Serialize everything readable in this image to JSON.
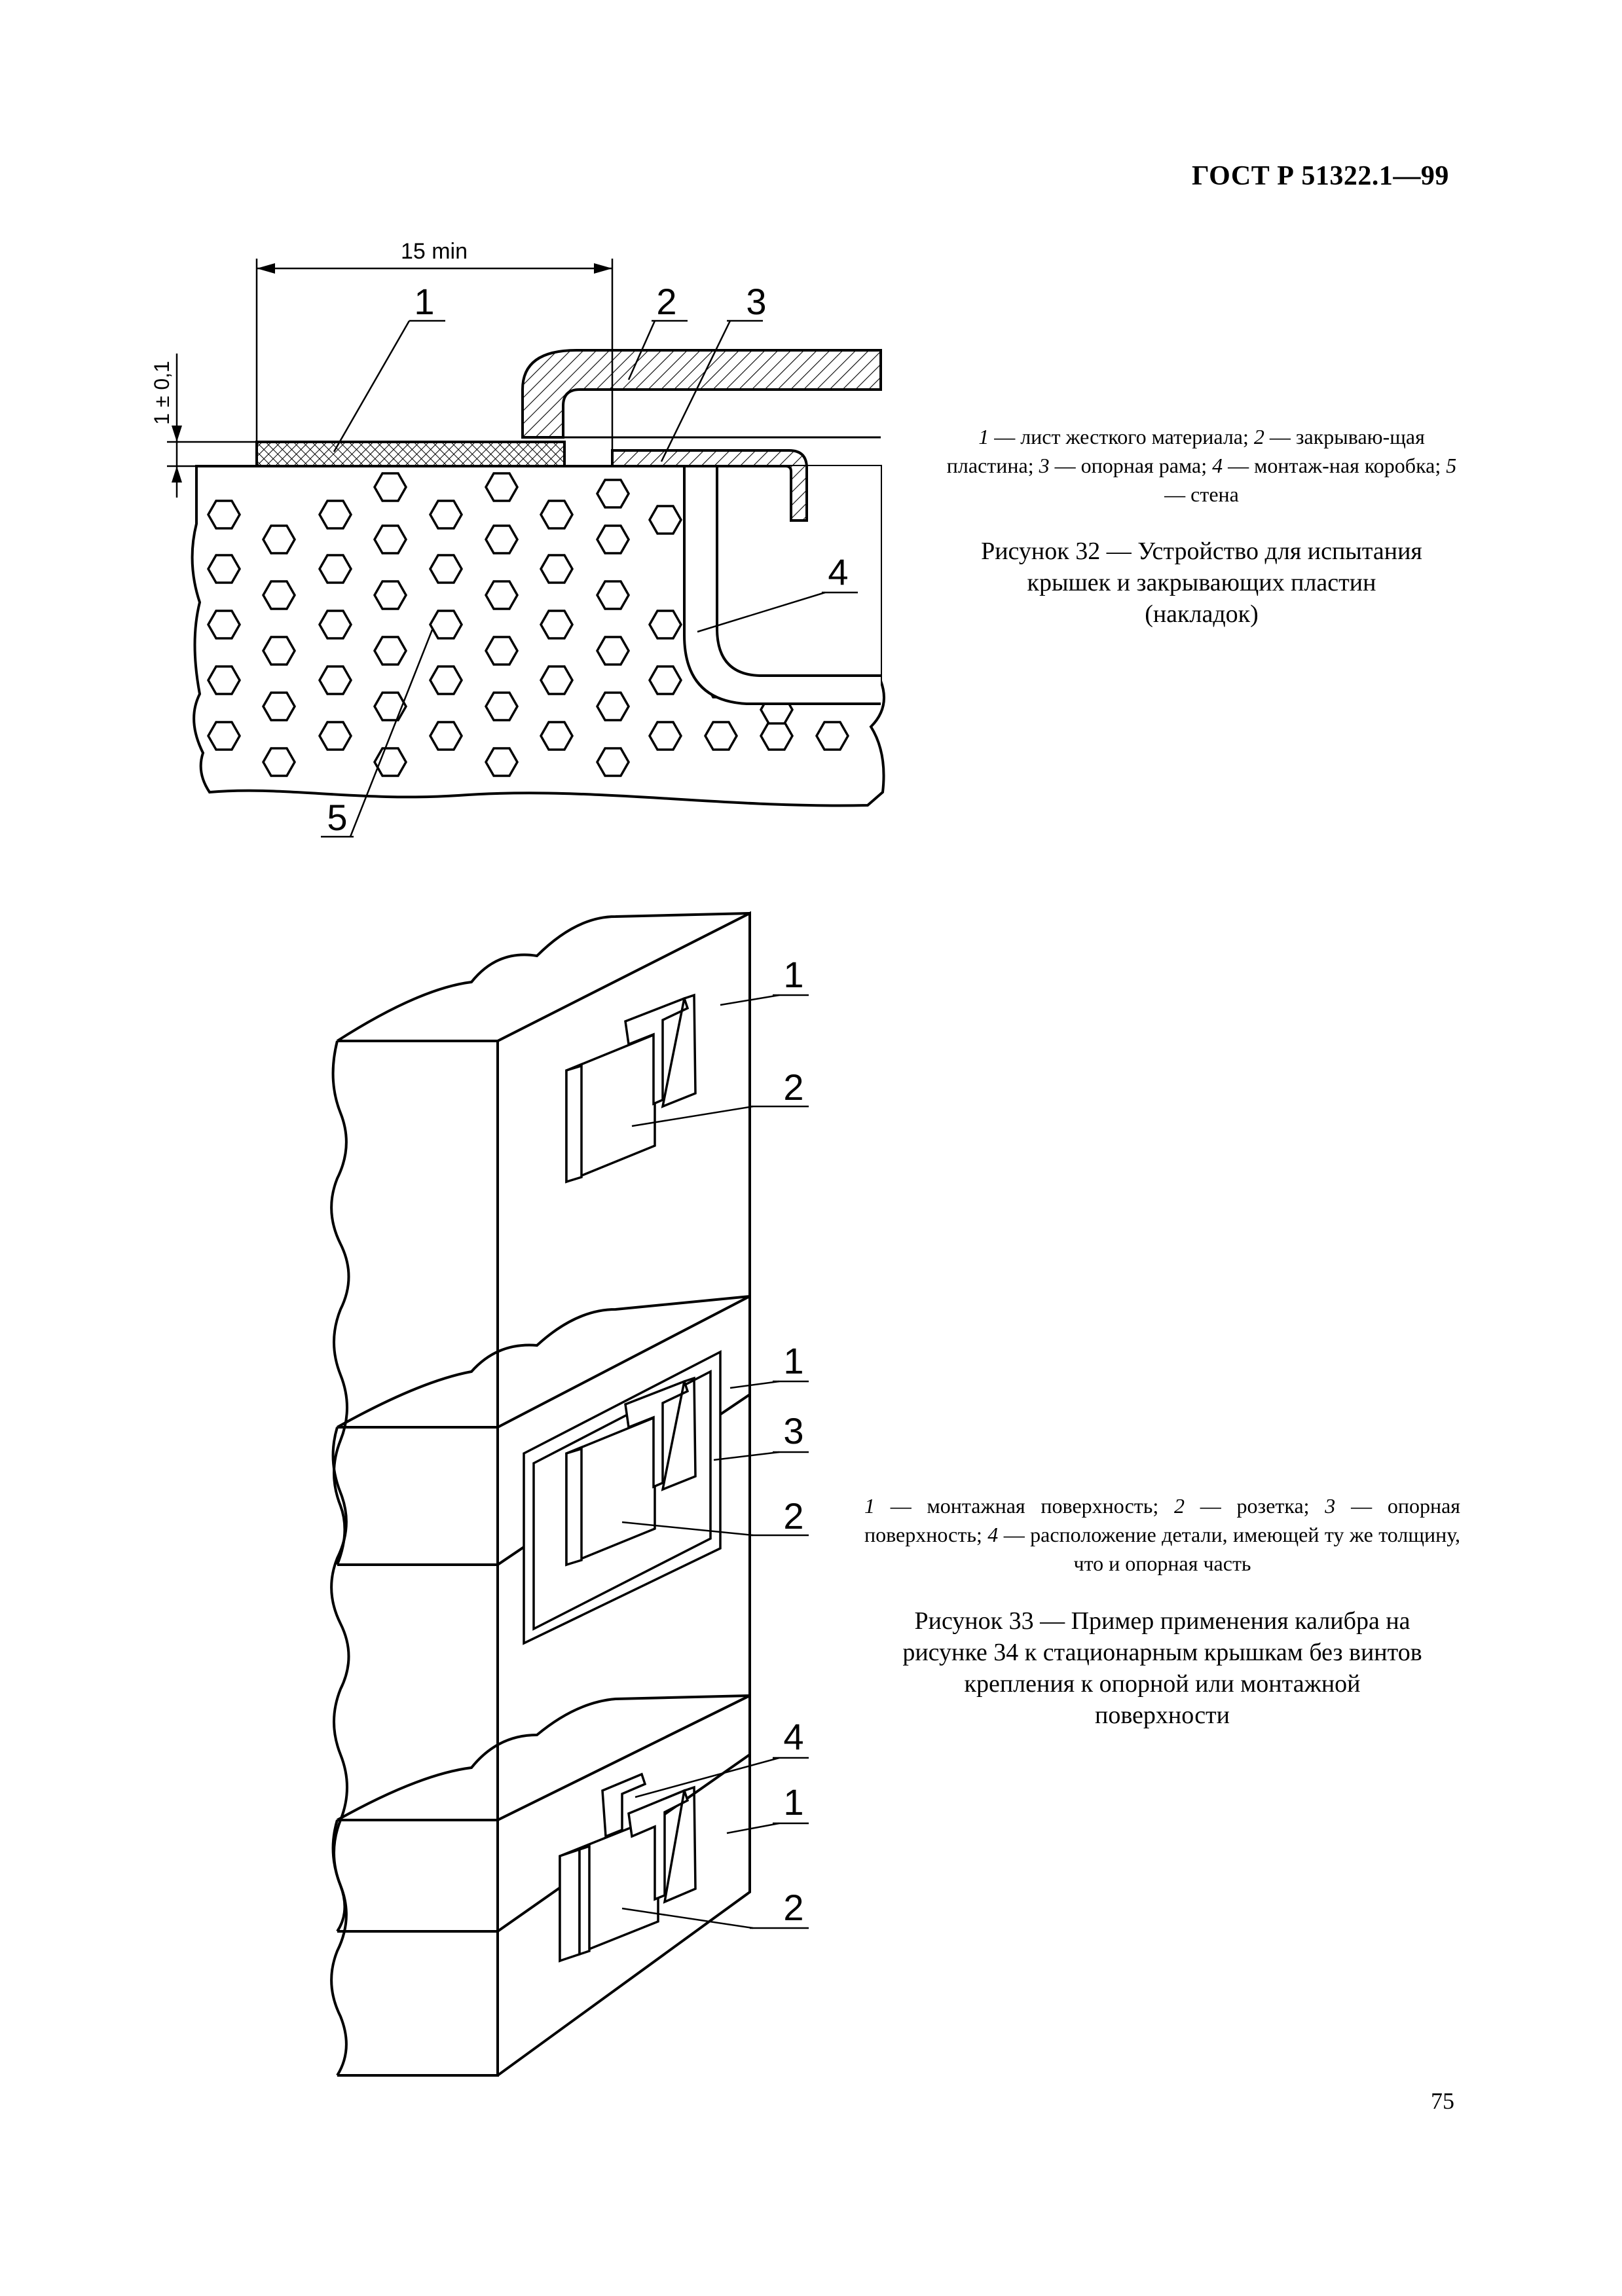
{
  "header": {
    "doc_code": "ГОСТ Р 51322.1—99"
  },
  "figure32": {
    "dimension_label": "15 min",
    "thickness_label": "1 ± 0,1",
    "callouts": [
      "1",
      "2",
      "3",
      "4",
      "5"
    ],
    "legend": {
      "n1": "1",
      "t1": " — лист жесткого материала; ",
      "n2": "2",
      "t2": " — закрываю-щая пластина; ",
      "n3": "3",
      "t3": " — опорная рама; ",
      "n4": "4",
      "t4": " — монтаж-ная коробка; ",
      "n5": "5",
      "t5": " — стена"
    },
    "title_line1": "Рисунок 32 — Устройство для испытания",
    "title_line2": "крышек и закрывающих пластин",
    "title_line3": "(накладок)"
  },
  "figure33": {
    "callouts_a": [
      "1",
      "2"
    ],
    "callouts_b": [
      "1",
      "3",
      "2"
    ],
    "callouts_c": [
      "4",
      "1",
      "2"
    ],
    "legend": {
      "n1": "1",
      "t1": " — монтажная поверхность; ",
      "n2": "2",
      "t2": " — розетка; ",
      "n3": "3",
      "t3": " — опорная поверхность; ",
      "n4": "4",
      "t4": " — расположение детали, имеющей ту же толщину, что и опорная часть"
    },
    "title_line1": "Рисунок 33 — Пример применения калибра на",
    "title_line2": "рисунке 34 к стационарным крышкам без винтов",
    "title_line3": "крепления к опорной или монтажной",
    "title_line4": "поверхности"
  },
  "footer": {
    "page_number": "75"
  }
}
